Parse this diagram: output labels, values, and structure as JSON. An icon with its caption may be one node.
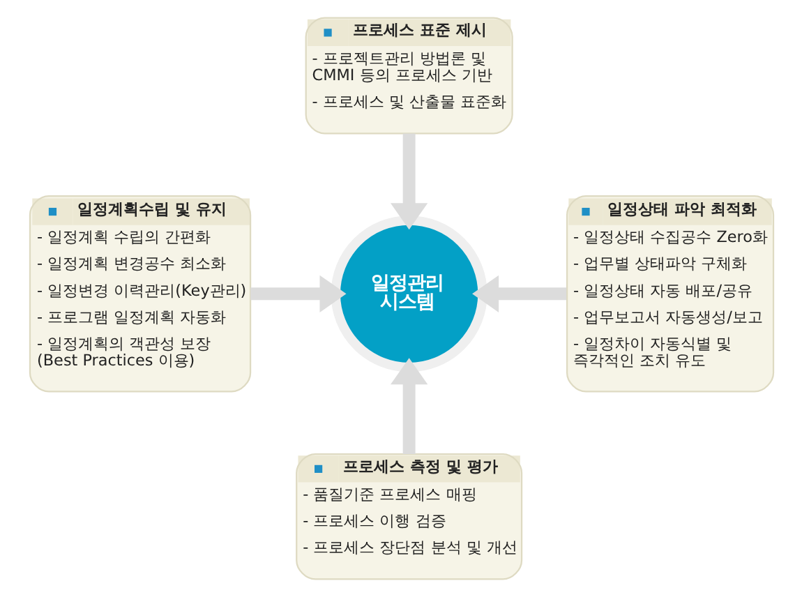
{
  "diagram": {
    "nodes": [
      {
        "text": [
          "프로세스 표준 제시",
          "- 프로젝트관리 방법론 및 CMMI 등의 프로세스 기반",
          "- 프로세스 및 산출물 표준화"
        ]
      },
      {
        "text": [
          "일정계획수립 및 유지",
          "- 일정계획 수립의 간편화",
          "- 일정계획 변경공수 최소화",
          "- 일정변경 이력관리(Key관리)",
          "- 프로그램 일정계획 자동화",
          "- 일정계획의 객관성 보장 (Best Practices 이용)"
        ]
      },
      {
        "text": [
          "일정관리 시스템"
        ]
      },
      {
        "text": [
          "일정상태 파악 최적화",
          "- 일정상태 수집공수 Zero화",
          "- 업무별 상태파악 구체화",
          "- 일정상태 자동 배포/공유",
          "- 업무보고서 자동생성/보고",
          "- 일정차이 자동식별 및 즉각적인 조치 유도"
        ]
      },
      {
        "text": [
          "프로세스 측정 및 평가",
          "- 품질기준 프로세스 매핑",
          "- 프로세스 이행 검증",
          "- 프로세스 장단점 분석 및 개선"
        ]
      }
    ],
    "edges": [
      {
        "from": 0,
        "to": 2,
        "arrow": "to"
      },
      {
        "from": 1,
        "to": 2,
        "arrow": "to"
      },
      {
        "from": 3,
        "to": 2,
        "arrow": "to"
      },
      {
        "from": 4,
        "to": 2,
        "arrow": "to"
      }
    ]
  }
}
